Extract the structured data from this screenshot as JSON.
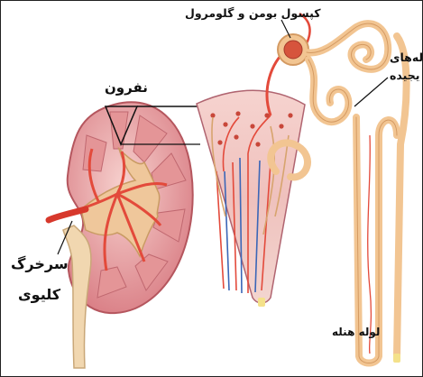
{
  "labels": {
    "nephron": "نفرون",
    "capsule": "کپسول بومن و گلومرول",
    "tubules_line1": "له‌های",
    "tubules_line2": "یجیده",
    "renal_artery_line1": "سرخرگ",
    "renal_artery_line2": "کلیوی",
    "henle_loop": "لوله هنله"
  },
  "colors": {
    "cortex": "#e7a5ab",
    "medulla_pyramid": "#d98c8d",
    "pelvis": "#efc79b",
    "artery": "#e34a3b",
    "vein": "#3b66b7",
    "tubule": "#f2c592",
    "tubule_edge": "#d49a62",
    "glomerulus": "#d6543c",
    "ureter": "#f1d7b0"
  }
}
